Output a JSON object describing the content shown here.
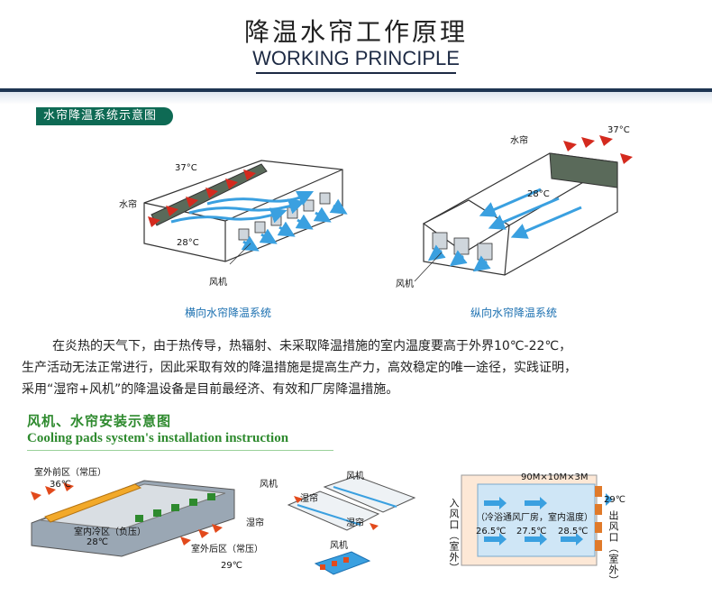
{
  "header": {
    "title_cn": "降温水帘工作原理",
    "title_en": "WORKING PRINCIPLE"
  },
  "diagram_section": {
    "badge": "水帘降温系统示意图",
    "left": {
      "temp_hot": "37°C",
      "pad_label": "水帘",
      "temp_cool": "28°C",
      "fan_label": "风机",
      "caption": "横向水帘降温系统"
    },
    "right": {
      "pad_label": "水帘",
      "temp_hot": "37°C",
      "temp_cool": "28°C",
      "fan_label": "风机",
      "caption": "纵向水帘降温系统"
    }
  },
  "description": [
    "在炎热的天气下，由于热传导，热辐射、未采取降温措施的室内温度要高于外界10℃-22℃，",
    "生产活动无法正常进行，因此采取有效的降温措施是提高生产力，高效稳定的唯一途径，实践证明，",
    "采用“湿帘+风机”的降温设备是目前最经济、有效和厂房降温措施。"
  ],
  "install_section": {
    "title_cn": "风机、水帘安装示意图",
    "title_en": "Cooling pads system's installation instruction",
    "diagram1": {
      "outside_front": "室外前区（常压）",
      "temp_front": "36℃",
      "inside": "室内冷区（负压）",
      "temp_inside": "28℃",
      "outside_back": "室外后区（常压）",
      "temp_back": "29℃"
    },
    "diagram2": {
      "fan_1": "风机",
      "pad_1": "湿帘",
      "fan_2": "风机",
      "pad_2": "湿帘",
      "pad_3": "湿帘",
      "fan_3": "风机"
    },
    "diagram3": {
      "dimensions": "90M×10M×3M",
      "inlet": "入风口（室外）",
      "outlet": "出风口（室外）",
      "room": "（冷浴通风厂房，室内温度）",
      "temp_out_top": "29℃",
      "temp_1": "26.5℃",
      "temp_2": "27.5℃",
      "temp_3": "28.5℃"
    }
  },
  "colors": {
    "accent_dark": "#1e3552",
    "badge_green": "#0e6a54",
    "caption_blue": "#1a6fb0",
    "heat_red": "#d42a1e",
    "air_blue": "#3aa0e0",
    "section_green": "#2e8a2e"
  }
}
